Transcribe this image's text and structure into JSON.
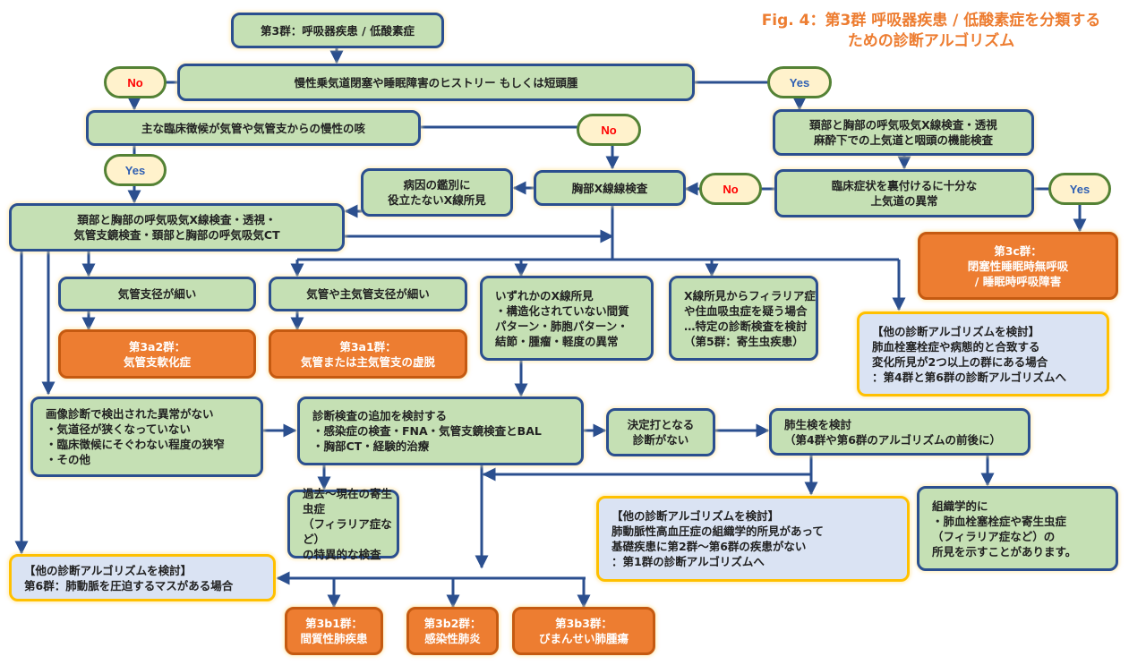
{
  "figure": {
    "title": "Fig. 4：第3群 呼吸器疾患 / 低酸素症を分類する\nための診断アルゴリズム"
  },
  "colors": {
    "process_fill": "#c5e0b4",
    "result_fill": "#ed7d31",
    "note_fill": "#dae3f3",
    "note_border": "#ffc000",
    "connector": "#2b4f8f",
    "no_text": "#ff0000",
    "yes_text": "#2f5fb3",
    "title": "#ed7d31"
  },
  "decisions": {
    "no": "No",
    "yes": "Yes"
  },
  "nodes": {
    "start": "第3群：呼吸器疾患 / 低酸素症",
    "history": "慢性乗気道閉塞や睡眠障害のヒストリー もしくは短頭腫",
    "cough": "主な臨床徴候が気管や気管支からの慢性の咳",
    "upper_exam": "頚部と胸部の呼気吸気X線検査・透視\n麻酔下での上気道と咽頭の機能検査",
    "upper_abnormal": "臨床症状を裏付けるに十分な\n上気道の異常",
    "result_3c": "第3c群：\n閉塞性睡眠時無呼吸\n/ 睡眠時呼吸障害",
    "chest_xray": "胸部X線線検査",
    "xray_not_helpful": "病因の鑑別に\n役立たないX線所見",
    "airway_exam": "頚部と胸部の呼気吸気X線検査・透視・\n気管支鏡検査・頚部と胸部の呼気吸気CT",
    "bronchi_narrow": "気管支径が細い",
    "trachea_narrow": "気管や主気管支径が細い",
    "result_3a2": "第3a2群：\n気管支軟化症",
    "result_3a1": "第3a1群：\n気管または主気管支の虚脱",
    "xray_findings": "いずれかのX線所見\n・構造化されていない間質\nパターン・肺胞パターン・\n結節・腫瘤・軽度の異常",
    "parasite_suspect": "X線所見からフィラリア症\nや住血吸虫症を疑う場合\n…特定の診断検査を検討\n（第5群：寄生虫疾患）",
    "note_group46": "【他の診断アルゴリズムを検討】\n 肺血栓塞栓症や病態的と合致する\n 変化所見が2つ以上の群にある場合\n ：第4群と第6群の診断アルゴリズムへ",
    "no_abnormality": "画像診断で検出された異常がない\n・気道径が狭くなっていない\n・臨床徴候にそぐわない程度の狭窄\n・その他",
    "additional_tests": "診断検査の追加を検討する\n・感染症の検査・FNA・気管支鏡検査とBAL\n・胸部CT・経験的治療",
    "no_definitive": "決定打となる\n診断がない",
    "lung_biopsy": "肺生検を検討\n（第4群や第6群のアルゴリズムの前後に）",
    "parasite_test": "過去～現在の寄生虫症\n（フィラリア症など）\nの特異的な検査",
    "note_group1": "【他の診断アルゴリズムを検討】\n 肺動脈性高血圧症の組織学的所見があって\n 基礎疾患に第2群～第6群の疾患がない\n ：第1群の診断アルゴリズムへ",
    "histology": "組織学的に\n・肺血栓塞栓症や寄生虫症\n（フィラリア症など）の\n  所見を示すことがあります。",
    "note_group6": "【他の診断アルゴリズムを検討】\n第6群：肺動脈を圧迫するマスがある場合",
    "result_3b1": "第3b1群：\n間質性肺疾患",
    "result_3b2": "第3b2群：\n感染性肺炎",
    "result_3b3": "第3b3群：\nびまんせい肺腫瘍"
  }
}
